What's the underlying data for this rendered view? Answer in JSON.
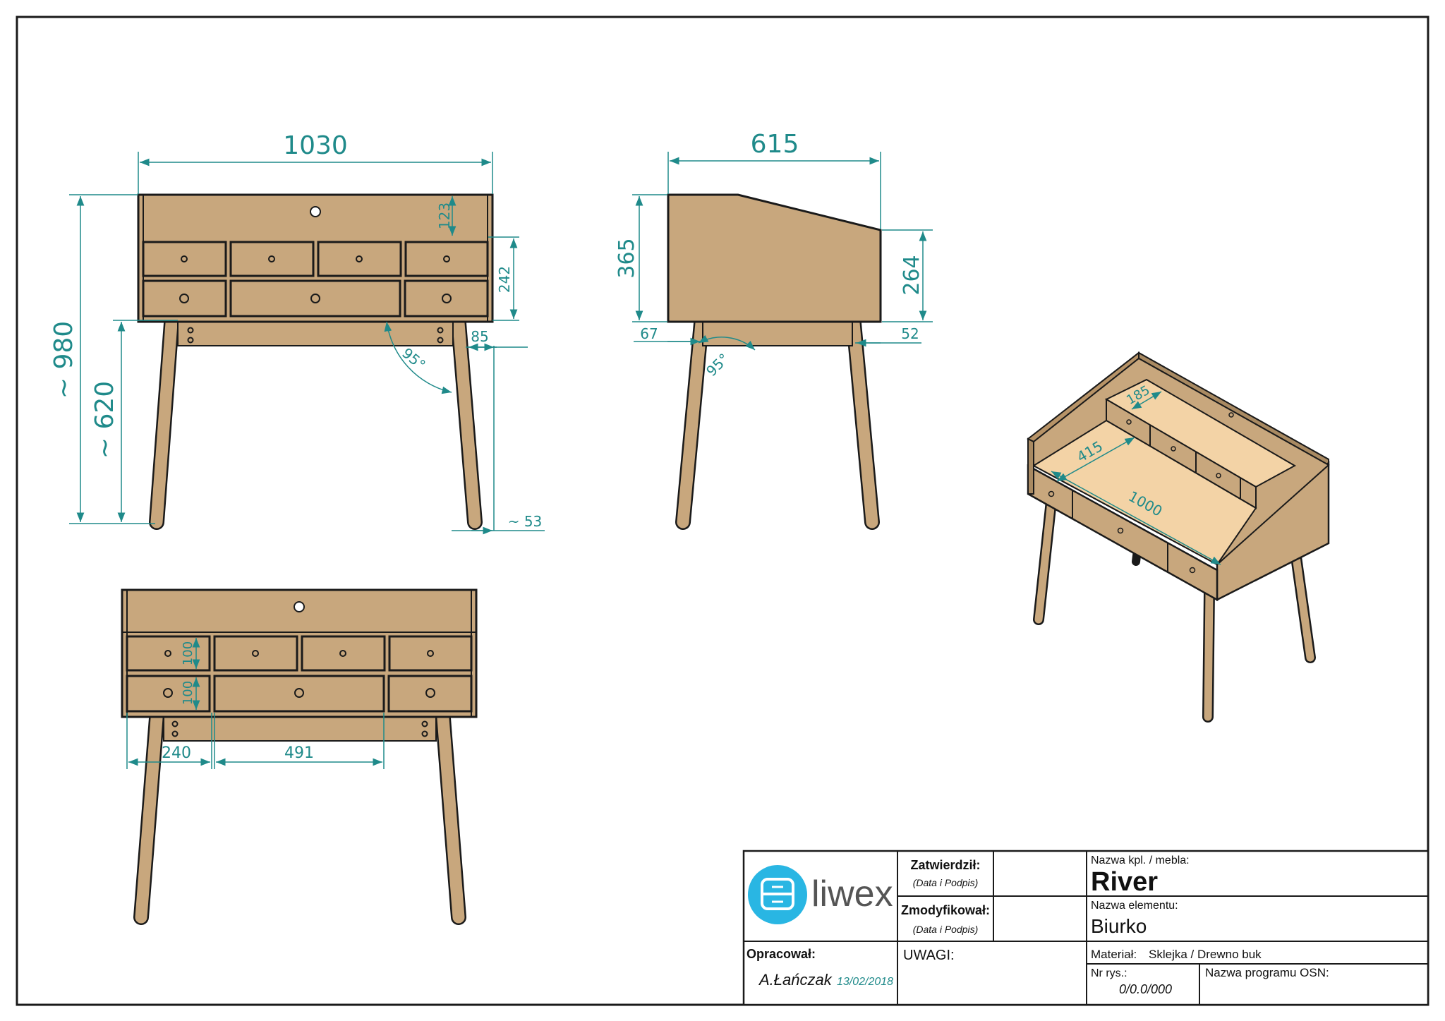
{
  "colors": {
    "wood": "#c8a77d",
    "wood_light": "#f3d3a6",
    "line": "#1a1a1a",
    "dimension": "#1f8a8a",
    "logo": "#29b6e3"
  },
  "front_view": {
    "width": "1030",
    "height_total": "~ 980",
    "height_legs": "~ 620",
    "top_panel": "123",
    "drawer_block": "242",
    "leg_offset": "85",
    "leg_base_offset": "~ 53",
    "leg_angle": "95°"
  },
  "side_view": {
    "depth": "615",
    "back_height": "365",
    "front_height": "264",
    "back_offset": "67",
    "front_offset": "52",
    "leg_angle": "95°"
  },
  "bottom_view": {
    "drawer_row_1": "100",
    "drawer_row_2": "100",
    "small_drawer_width": "240",
    "large_drawer_width": "491"
  },
  "iso_view": {
    "inner_width": "1000",
    "shelf_depth": "415",
    "upper_shelf_depth": "185"
  },
  "title_block": {
    "brand": "liwex",
    "approved_label": "Zatwierdził:",
    "approved_sub": "(Data i Podpis)",
    "modified_label": "Zmodyfikował:",
    "modified_sub": "(Data i Podpis)",
    "prepared_label": "Opracował:",
    "prepared_name": "A.Łańczak",
    "prepared_date": "13/02/2018",
    "notes_label": "UWAGI:",
    "set_name_label": "Nazwa kpl. / mebla:",
    "set_name": "River",
    "element_label": "Nazwa elementu:",
    "element_name": "Biurko",
    "material_label": "Materiał:",
    "material_value": "Sklejka / Drewno buk",
    "drawing_no_label": "Nr rys.:",
    "drawing_no": "0/0.0/000",
    "program_label": "Nazwa programu OSN:"
  }
}
